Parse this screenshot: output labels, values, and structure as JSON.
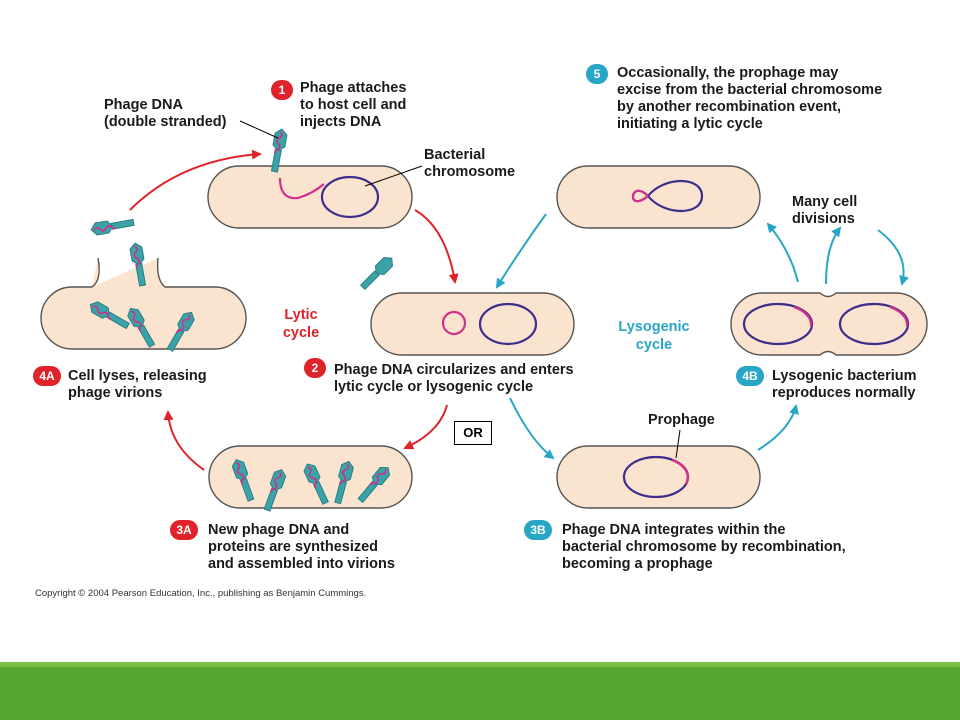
{
  "labels": {
    "step1": "Phage attaches\nto host cell and\ninjects DNA",
    "phage_dna": "Phage DNA\n(double stranded)",
    "bacterial_chromosome": "Bacterial\nchromosome",
    "step5": "Occasionally, the prophage may\nexcise from the bacterial chromosome\nby another recombination event,\ninitiating a lytic cycle",
    "many_divisions": "Many cell\ndivisions",
    "lytic": "Lytic\ncycle",
    "lysogenic": "Lysogenic\ncycle",
    "step2": "Phage DNA circularizes and enters\nlytic cycle or lysogenic cycle",
    "step4a": "Cell lyses, releasing\nphage virions",
    "step4b": "Lysogenic bacterium\nreproduces normally",
    "or": "OR",
    "prophage": "Prophage",
    "step3a": "New phage DNA and\nproteins are synthesized\nand assembled into virions",
    "step3b": "Phage DNA integrates within the\nbacterial chromosome by recombination,\nbecoming a prophage",
    "copyright": "Copyright © 2004 Pearson Education, Inc., publishing as Benjamin Cummings."
  },
  "badges": {
    "b1": "1",
    "b2": "2",
    "b3a": "3A",
    "b3b": "3B",
    "b4a": "4A",
    "b4b": "4B",
    "b5": "5"
  },
  "colors": {
    "lytic_red": "#e0232a",
    "lysogenic_blue": "#27a6c6",
    "cell_fill": "#fbe4cf",
    "chromosome": "#3d2d8c",
    "phage_dna": "#d22f8a",
    "phage_body": "#3aa3a8",
    "footer_green": "#56a632"
  }
}
